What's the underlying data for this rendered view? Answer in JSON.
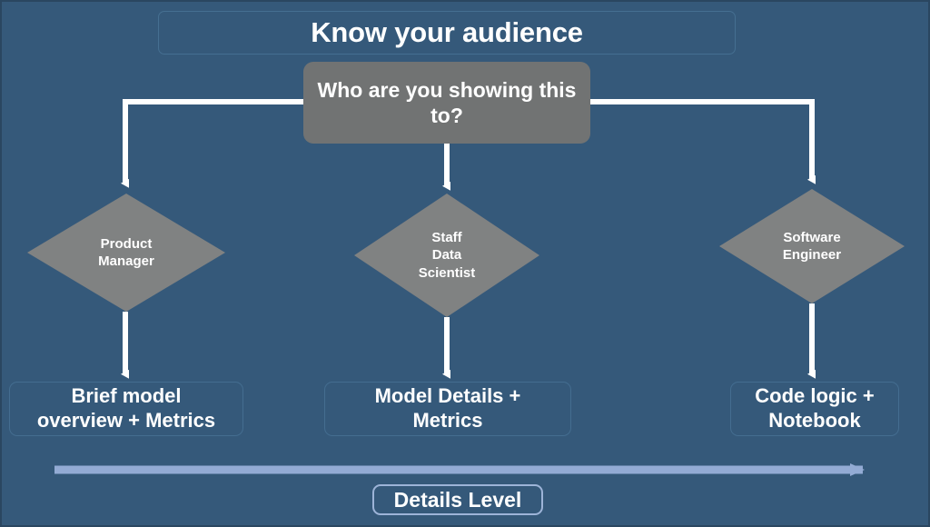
{
  "theme": {
    "background": "#35597a",
    "node_gray": "#808282",
    "root_gray": "#717373",
    "connector_white": "#ffffff",
    "axis_blue": "#93abd4",
    "outline_blue": "#456f91",
    "text_white": "#ffffff"
  },
  "header": {
    "title": "Know your audience"
  },
  "diagram": {
    "type": "decision-flowchart",
    "root": {
      "label": "Who are you showing this to?",
      "shape": "rounded-rectangle"
    },
    "branches": [
      {
        "role": "Product\nManager",
        "role_flat": "Product Manager",
        "outcome": "Brief model\noverview + Metrics",
        "outcome_flat": "Brief model overview + Metrics",
        "shape": "diamond"
      },
      {
        "role": "Staff\nData\nScientist",
        "role_flat": "Staff Data Scientist",
        "outcome": "Model Details +\nMetrics",
        "outcome_flat": "Model Details + Metrics",
        "shape": "diamond"
      },
      {
        "role": "Software\nEngineer",
        "role_flat": "Software Engineer",
        "outcome": "Code logic +\nNotebook",
        "outcome_flat": "Code logic + Notebook",
        "shape": "diamond"
      }
    ],
    "axis": {
      "label": "Details Level",
      "direction": "left-to-right",
      "meaning": "increasing detail"
    }
  }
}
